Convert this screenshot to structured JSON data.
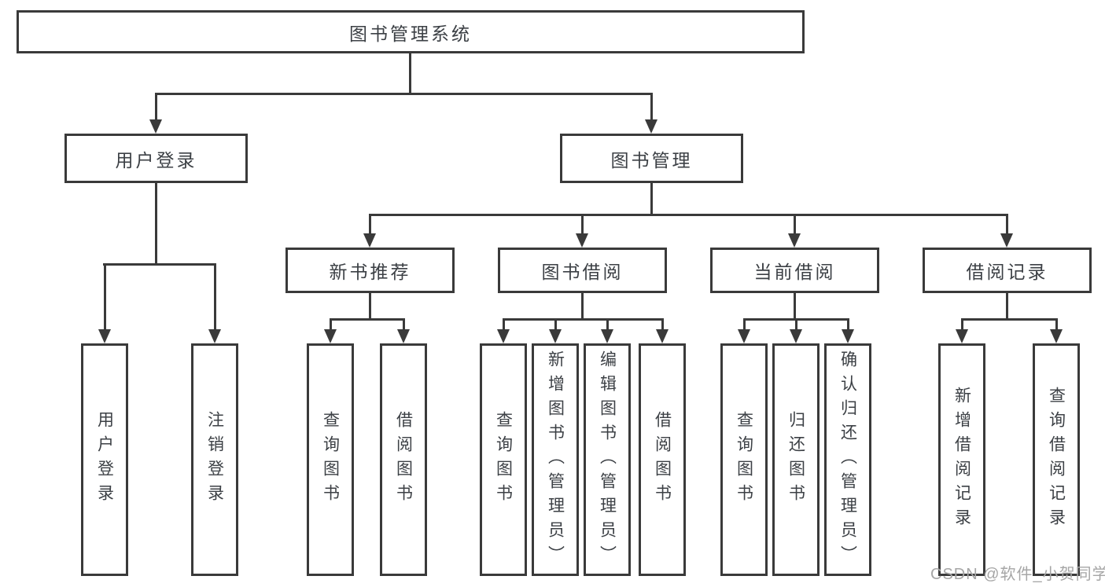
{
  "diagram": {
    "title": "图书管理系统",
    "level2": {
      "user_login": "用户登录",
      "book_mgmt": "图书管理"
    },
    "level3": {
      "new_books": "新书推荐",
      "borrowing": "图书借阅",
      "current": "当前借阅",
      "records": "借阅记录"
    },
    "leaves": {
      "login": [
        "用户登录",
        "注销登录"
      ],
      "new_books": [
        "查询图书",
        "借阅图书"
      ],
      "borrowing": [
        "查询图书",
        "新增图书（管理员）",
        "编辑图书（管理员）",
        "借阅图书"
      ],
      "current": [
        "查询图书",
        "归还图书",
        "确认归还（管理员）"
      ],
      "records": [
        "新增借阅记录",
        "查询借阅记录"
      ]
    },
    "colors": {
      "line": "#3a3a3a",
      "text": "#3c4045",
      "background": "#ffffff",
      "watermark": "#a6a6a6"
    }
  },
  "watermark": "CSDN @软件_小贺同学"
}
